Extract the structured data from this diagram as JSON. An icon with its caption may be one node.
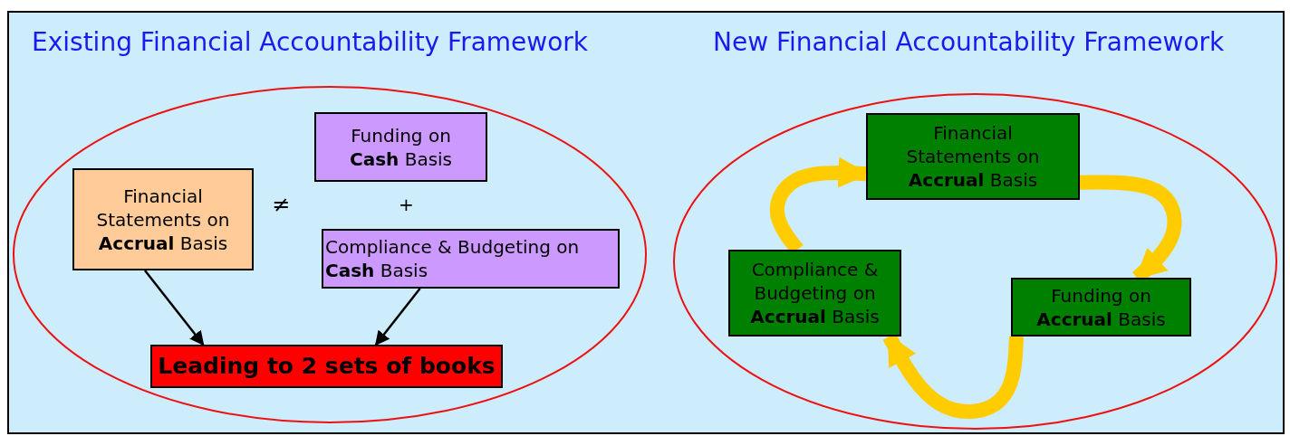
{
  "diagram": {
    "nodes": [
      {
        "text": [
          "Existing Financial Accountability Framework"
        ]
      },
      {
        "text": [
          "Financial Statements on **Accrual** Basis"
        ],
        "in": 0
      },
      {
        "text": [
          "Funding on **Cash** Basis"
        ],
        "in": 0
      },
      {
        "text": [
          "Compliance & Budgeting on **Cash** Basis"
        ],
        "in": 0
      },
      {
        "text": [
          "Leading to 2 sets of books"
        ],
        "in": 0
      },
      {
        "text": [
          "New Financial Accountability Framework"
        ]
      },
      {
        "text": [
          "Financial Statements on **Accrual** Basis"
        ],
        "in": 5
      },
      {
        "text": [
          "Compliance & Budgeting on **Accrual** Basis"
        ],
        "in": 5
      },
      {
        "text": [
          "Funding on **Accrual** Basis"
        ],
        "in": 5
      }
    ],
    "edges": [
      {
        "from": 1,
        "to": 4,
        "arrow": "to",
        "color": "#000000"
      },
      {
        "from": 3,
        "to": 4,
        "arrow": "to",
        "color": "#000000"
      },
      {
        "from": 6,
        "to": 8,
        "arrow": "to"
      },
      {
        "from": 8,
        "to": 7,
        "arrow": "to"
      },
      {
        "from": 7,
        "to": 6,
        "arrow": "to"
      }
    ],
    "labels": [
      "≠",
      "+"
    ]
  }
}
